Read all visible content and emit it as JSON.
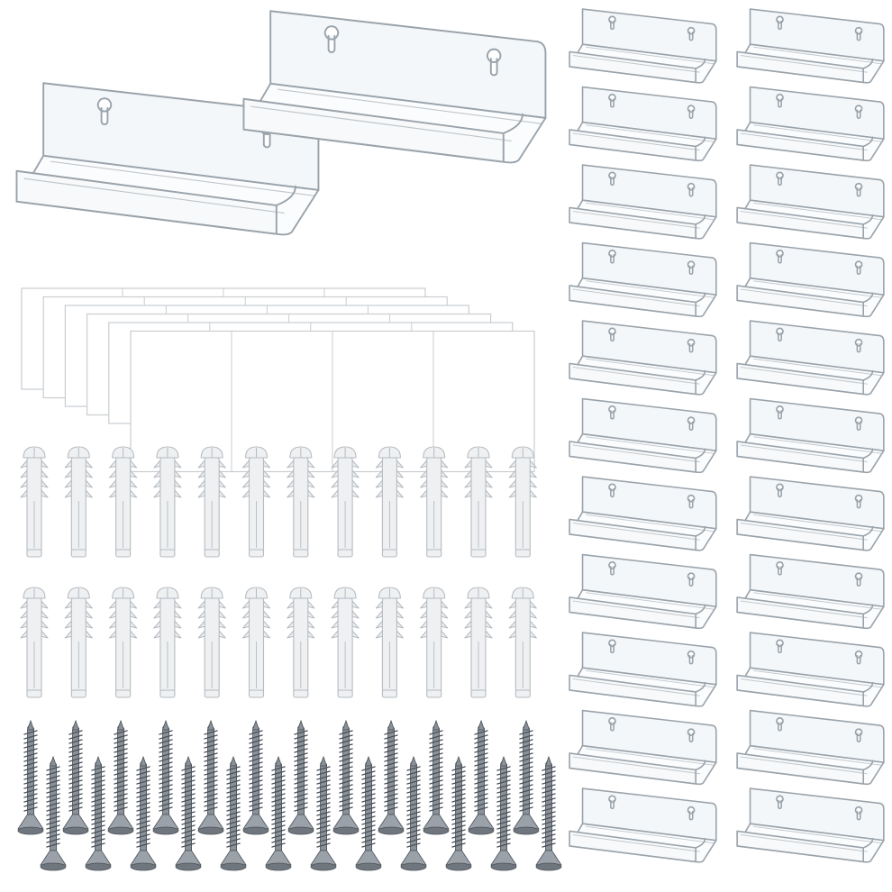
{
  "scene": {
    "subject": "acrylic-wall-shelf-kit",
    "background_color": "#ffffff",
    "colors": {
      "acrylic_edge": "#9aa3ab",
      "acrylic_fill": "#f4f7f9",
      "pad": "#ffffff",
      "pad_edge": "#c9cdd1",
      "anchor": "#eef0f2",
      "anchor_edge": "#b7bcc1",
      "screw": "#8a9198",
      "screw_dark": "#4b5259"
    }
  },
  "items": {
    "large_shelves": 2,
    "small_shelves": 22,
    "adhesive_pad_sheets": 6,
    "pads_per_sheet": 4,
    "wall_anchors": 24,
    "screws": 24
  },
  "icons": {
    "shelf": "acrylic-shelf-icon",
    "pad": "adhesive-pad-icon",
    "anchor": "wall-anchor-icon",
    "screw": "screw-icon"
  }
}
